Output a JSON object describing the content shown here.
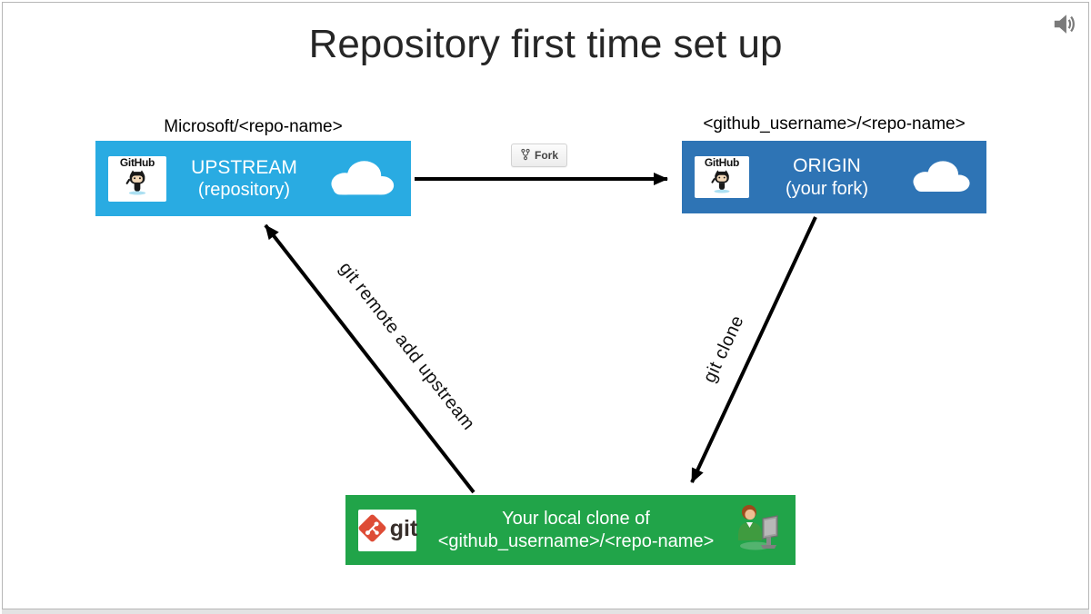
{
  "slide": {
    "title": "Repository first time set up"
  },
  "colors": {
    "upstream_bg": "#29ABE2",
    "origin_bg": "#2E74B5",
    "local_bg": "#21A449",
    "arrow": "#000000",
    "title_text": "#262626",
    "git_logo_orange": "#DE4C36"
  },
  "upstream": {
    "external_label": "Microsoft/<repo-name>",
    "name": "UPSTREAM",
    "subtitle": "(repository)",
    "badge_label": "GitHub"
  },
  "origin": {
    "external_label": "<github_username>/<repo-name>",
    "name": "ORIGIN",
    "subtitle": "(your fork)",
    "badge_label": "GitHub"
  },
  "local": {
    "line1": "Your local clone of",
    "line2": "<github_username>/<repo-name>",
    "badge_label": "git"
  },
  "connections": {
    "fork_button_label": "Fork",
    "git_clone_label": "git clone",
    "git_remote_label": "git remote add upstream"
  },
  "icons": {
    "audio": "speaker-icon",
    "fork": "fork-icon",
    "octocat": "octocat-icon",
    "cloud": "cloud-icon",
    "git_logo": "git-logo-icon",
    "user": "user-at-computer-icon"
  }
}
